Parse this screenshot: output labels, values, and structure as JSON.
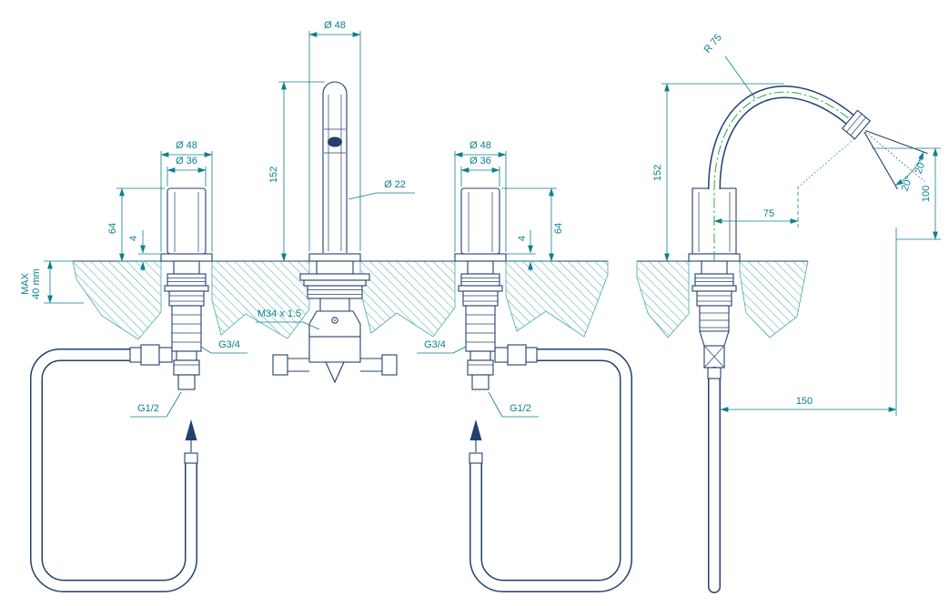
{
  "front_view": {
    "spout": {
      "base_dia": "Ø 48",
      "tube_dia": "Ø 22",
      "height": "152",
      "thread": "M34 x 1.5"
    },
    "left_handle": {
      "base_dia": "Ø 48",
      "grip_dia": "Ø 36",
      "height": "64",
      "base_gap": "4",
      "valve_thread": "G3/4",
      "inlet_thread": "G1/2"
    },
    "right_handle": {
      "base_dia": "Ø 48",
      "grip_dia": "Ø 36",
      "height": "64",
      "base_gap": "4",
      "valve_thread": "G3/4",
      "inlet_thread": "G1/2"
    },
    "deck": {
      "max_label": "MAX",
      "max_value": "40 mm"
    }
  },
  "side_view": {
    "spout_radius": "R 75",
    "height": "152",
    "reach": "75",
    "spray_angle_upper": "20°",
    "spray_angle_lower": "20°",
    "spray_drop": "100",
    "spray_reach": "150"
  },
  "colors": {
    "line_color": "#24406e",
    "dimension_color": "#0c7f8f",
    "hatch_color": "#45aba3",
    "centerline_color": "#3bb24a",
    "background": "#ffffff"
  }
}
